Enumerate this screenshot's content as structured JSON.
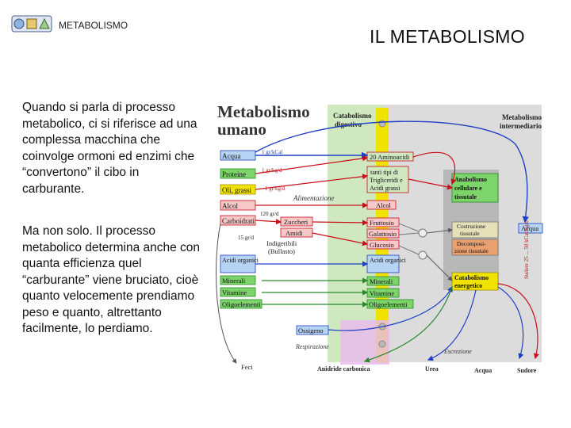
{
  "header": {
    "label": "METABOLISMO"
  },
  "slide": {
    "title": "IL METABOLISMO",
    "paragraph1": "Quando si parla di processo metabolico, ci si riferisce ad una complessa macchina che coinvolge ormoni ed enzimi che “convertono” il cibo in carburante.",
    "paragraph2": "Ma non solo. Il processo metabolico determina anche con quanta efficienza quel “carburante” viene bruciato, cioè quanto velocemente prendiamo peso e quanto, altrettanto facilmente, lo perdiamo."
  },
  "diagram": {
    "title_line1": "Metabolismo",
    "title_line2": "umano",
    "catabolismo_digestivo_1": "Catabolismo",
    "catabolismo_digestivo_2": "digestivo",
    "metabolismo_intermediario_1": "Metabolismo",
    "metabolismo_intermediario_2": "intermediario",
    "acqua": "Acqua",
    "proteine": "Proteine",
    "oli_grassi": "Oli, grassi",
    "alcol": "Alcol",
    "carboidrati": "Carboidrati",
    "acidi_organici": "Acidi organici",
    "minerali": "Minerali",
    "vitamine": "Vitamine",
    "oligoelementi": "Oligoelementi",
    "ossigeno": "Ossigeno",
    "feci": "Feci",
    "g_cal": "1 gr/kCal",
    "g_kg_d_1": "1 gr/kg/d",
    "g_kg_d_2": "1 gr/kg/d",
    "g_120": "120 gr/d",
    "g_15": "15 gr/d",
    "aminoacidi": "20 Aminoacidi",
    "trigliceridi_1": "tanti tipi di",
    "trigliceridi_2": "Trigliceridi e",
    "trigliceridi_3": "Acidi grassi",
    "alcol_right": "Alcol",
    "zuccheri": "Zuccheri",
    "amidi": "Amidi",
    "indigeribili_1": "Indigeribili",
    "indigeribili_2": "(Bullasto)",
    "fruttosio": "Fruttosio",
    "galattosio": "Galattosio",
    "glucosio": "Glucosio",
    "acidi_organici_right": "Acidi organici",
    "minerali_right": "Minerali",
    "vitamine_right": "Vitamine",
    "oligoelementi_right": "Oligoelementi",
    "alimentazione": "Alimentazione",
    "anabolismo_1": "Anabolismo",
    "anabolismo_2": "cellulare e",
    "anabolismo_3": "tissutale",
    "costruzione_1": "Costruzione",
    "costruzione_2": "tissutale",
    "decomposizione_1": "Decomposi-",
    "decomposizione_2": "zione tissutale",
    "catabolismo_en_1": "Catabolismo",
    "catabolismo_en_2": "energetico",
    "acqua_right": "Acqua",
    "sudore_vert": "Sudore 25 ... 50 kCal/kg/d",
    "respirazione": "Respirazione",
    "escrezione": "Escrezione",
    "anidride": "Anidride carbonica",
    "urea": "Urea",
    "acqua_bottom": "Acqua",
    "sudore": "Sudore"
  },
  "colors": {
    "accent_yellow": "#f2e200",
    "green_band": "#7cd46a",
    "grey_panel": "#d9d9d9",
    "blue_arrow": "#1f3fc4",
    "red_arrow": "#c8101a"
  }
}
